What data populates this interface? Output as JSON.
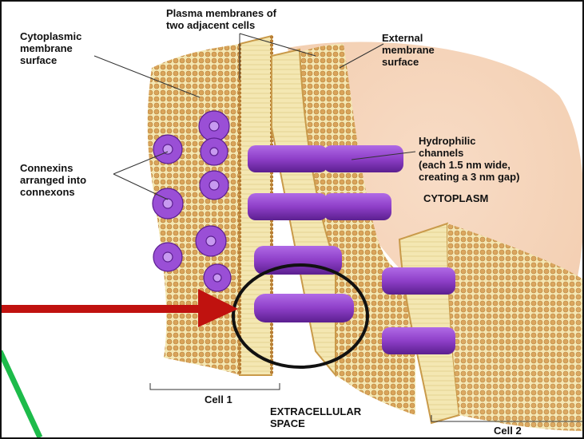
{
  "labels": {
    "plasma_line1": "Plasma membranes of",
    "plasma_line2": "two adjacent cells",
    "cyto_line1": "Cytoplasmic",
    "cyto_line2": "membrane",
    "cyto_line3": "surface",
    "ext_line1": "External",
    "ext_line2": "membrane",
    "ext_line3": "surface",
    "hydro_line1": "Hydrophilic",
    "hydro_line2": "channels",
    "hydro_line3": "(each 1.5 nm wide,",
    "hydro_line4": "creating a 3 nm gap)",
    "cytoplasm": "CYTOPLASM",
    "conn_line1": "Connexins",
    "conn_line2": "arranged into",
    "conn_line3": "connexons",
    "cell1": "Cell 1",
    "cell2": "Cell 2",
    "extra_line1": "EXTRACELLULAR",
    "extra_line2": "SPACE"
  },
  "colors": {
    "membrane_fill": "#f4e7b2",
    "lipid_head": "#d9a45a",
    "lipid_head_dark": "#b97f37",
    "cytoplasm_bg": "#f6d9c2",
    "connexon": "#8e3fc8",
    "connexon_dark": "#5b1f8f",
    "arrow": "#c0120f",
    "green_stroke": "#1dbb4a",
    "circle": "#111111",
    "frame": "#111111"
  },
  "icons": {
    "connexon_rosette": "connexin-rosette-icon",
    "channel": "hydrophilic-channel-icon"
  }
}
